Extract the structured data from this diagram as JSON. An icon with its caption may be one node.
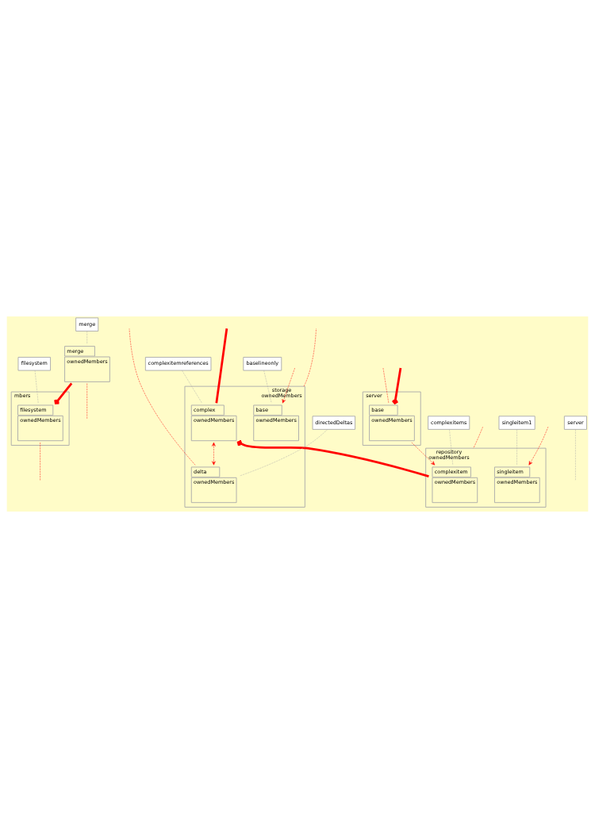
{
  "diagram": {
    "nodes": [
      {
        "text": [
          "mbers"
        ]
      },
      {
        "text": [
          "filesystem",
          "ownedMembers"
        ],
        "in": 0
      },
      {
        "text": [
          "storage",
          "ownedMembers"
        ]
      },
      {
        "text": [
          "base",
          "ownedMembers"
        ],
        "in": 2
      },
      {
        "text": [
          "complex",
          "ownedMembers"
        ],
        "in": 2
      },
      {
        "text": [
          "delta",
          "ownedMembers"
        ],
        "in": 2
      },
      {
        "text": [
          "merge",
          "ownedMembers"
        ]
      },
      {
        "text": [
          "repository",
          "ownedMembers"
        ]
      },
      {
        "text": [
          "complexitem",
          "ownedMembers"
        ],
        "in": 7
      },
      {
        "text": [
          "singleitem",
          "ownedMembers"
        ],
        "in": 7
      },
      {
        "text": [
          "server"
        ]
      },
      {
        "text": [
          "base",
          "ownedMembers"
        ],
        "in": 10
      },
      {
        "text": [
          "filesystem"
        ]
      },
      {
        "text": [
          "baselineonly"
        ]
      },
      {
        "text": [
          "server"
        ]
      },
      {
        "text": [
          "complexitemreferences"
        ]
      },
      {
        "text": [
          "directedDeltas"
        ]
      },
      {
        "text": [
          "merge"
        ]
      },
      {
        "text": [
          "complexitems"
        ]
      },
      {
        "text": [
          "singleitem1"
        ]
      }
    ],
    "edges": [
      {
        "from": 12,
        "to": 1,
        "arrow": "none",
        "style": "dashed",
        "color": "#aaaaaa"
      },
      {
        "from": 13,
        "to": 3,
        "arrow": "none",
        "style": "dashed",
        "color": "#aaaaaa"
      },
      {
        "from": 14,
        "to": null,
        "arrow": "none",
        "style": "dashed",
        "color": "#aaaaaa"
      },
      {
        "from": 15,
        "to": 4,
        "arrow": "none",
        "style": "dashed",
        "color": "#aaaaaa"
      },
      {
        "from": 16,
        "to": 5,
        "arrow": "none",
        "style": "dashed",
        "color": "#aaaaaa"
      },
      {
        "from": 17,
        "to": 6,
        "arrow": "none",
        "style": "dashed",
        "color": "#aaaaaa"
      },
      {
        "from": 18,
        "to": 8,
        "arrow": "none",
        "style": "dashed",
        "color": "#aaaaaa"
      },
      {
        "from": 19,
        "to": 9,
        "arrow": "none",
        "style": "dashed",
        "color": "#aaaaaa"
      },
      {
        "from": null,
        "to": 3,
        "arrow": "to",
        "style": "dashed"
      },
      {
        "from": null,
        "to": 9,
        "arrow": "to",
        "style": "dashed"
      },
      {
        "from": 4,
        "to": 5,
        "arrow": "both",
        "style": "dashed"
      },
      {
        "from": 8,
        "to": 4,
        "arrow": "to",
        "style": "thick"
      },
      {
        "from": 4,
        "to": null,
        "arrow": "none",
        "style": "thick"
      },
      {
        "from": 6,
        "to": 1,
        "arrow": "to",
        "style": "thick"
      },
      {
        "from": 11,
        "to": 8,
        "arrow": "to",
        "style": "dashed"
      },
      {
        "from": null,
        "to": 11,
        "arrow": "none",
        "style": "dashed"
      },
      {
        "from": null,
        "to": 11,
        "arrow": "to",
        "style": "thick"
      },
      {
        "from": 5,
        "to": null,
        "arrow": "none",
        "style": "dashed"
      },
      {
        "from": 2,
        "to": null,
        "arrow": "none",
        "style": "dashed"
      },
      {
        "from": 1,
        "to": null,
        "arrow": "none",
        "style": "dashed"
      },
      {
        "from": 6,
        "to": null,
        "arrow": "none",
        "style": "dashed"
      },
      {
        "from": null,
        "to": 7,
        "arrow": "none",
        "style": "dashed"
      }
    ]
  }
}
